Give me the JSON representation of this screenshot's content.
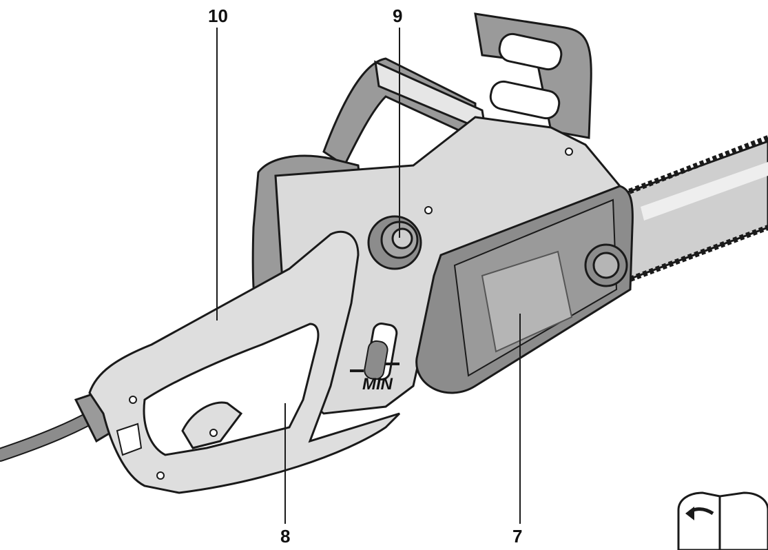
{
  "callouts": {
    "c10": "10",
    "c9": "9",
    "c8": "8",
    "c7": "7"
  },
  "scale_marking": "MIN",
  "colors": {
    "housing": "#d9d9d9",
    "housing_light": "#e9e9e9",
    "rubber_dark": "#8c8c8c",
    "outline": "#1a1a1a",
    "chain_bar": "#c8c8c8"
  },
  "icons": {
    "page_turn": "page-turn-icon"
  }
}
